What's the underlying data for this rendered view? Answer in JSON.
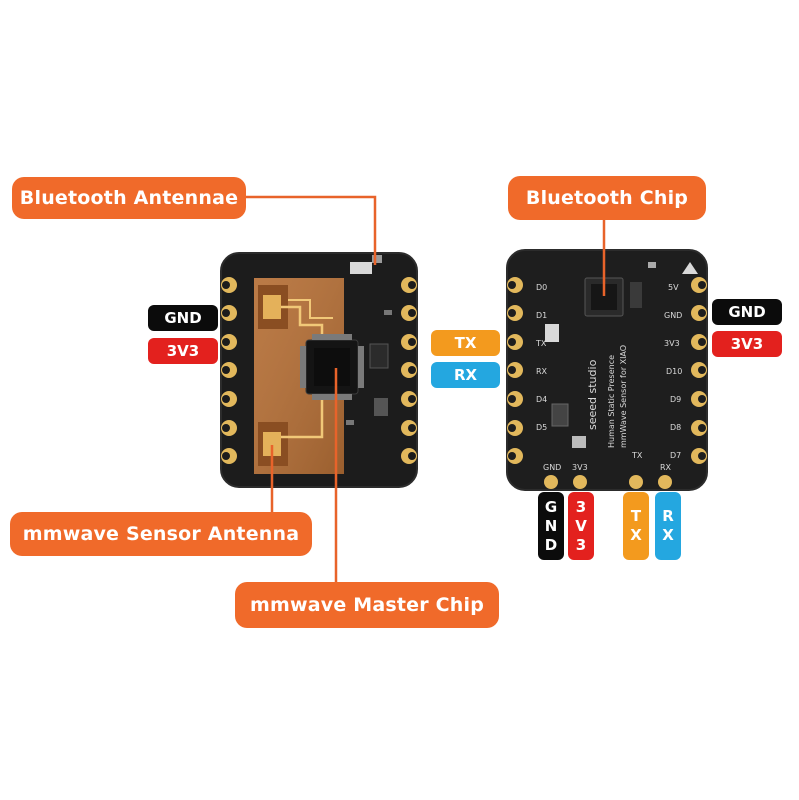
{
  "callouts": {
    "bluetooth_antennae": "Bluetooth Antennae",
    "bluetooth_chip": "Bluetooth Chip",
    "mmwave_sensor_antenna": "mmwave Sensor Antenna",
    "mmwave_master_chip": "mmwave Master Chip"
  },
  "left_pins": {
    "gnd": "GND",
    "v33": "3V3"
  },
  "middle_pins": {
    "tx": "TX",
    "rx": "RX"
  },
  "right_pins": {
    "gnd": "GND",
    "v33": "3V3"
  },
  "bottom_pins": {
    "gnd": [
      "G",
      "N",
      "D"
    ],
    "v33": [
      "3",
      "V",
      "3"
    ],
    "tx": [
      "T",
      "X"
    ],
    "rx": [
      "R",
      "X"
    ]
  },
  "silkscreen": {
    "left_col": [
      "D0",
      "D1",
      "TX",
      "RX",
      "D4",
      "D5"
    ],
    "right_col": [
      "5V",
      "GND",
      "3V3",
      "D10",
      "D9",
      "D8",
      "D7"
    ],
    "bottom_row": [
      "GND",
      "3V3",
      "TX",
      "RX"
    ],
    "brand": "seeed studio",
    "product_lines": [
      "Human Static Presence",
      "mmWave Sensor for XIAO"
    ]
  },
  "colors": {
    "callout": "#f06a2a",
    "leader": "#e8632a",
    "gnd": "#0b0b0b",
    "v33": "#e3211e",
    "tx": "#f39a1e",
    "rx": "#24a7e0",
    "pcb": "#1e1e1e",
    "copper": "#c27a3c",
    "pad_gold": "#e0b45a"
  }
}
